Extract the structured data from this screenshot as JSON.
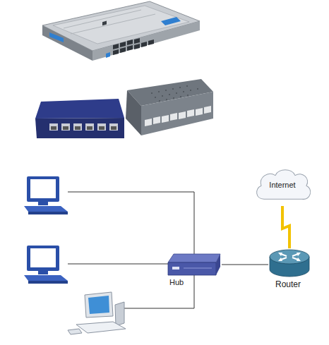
{
  "diagram": {
    "nodes": [
      {
        "text": [
          "Internet"
        ]
      },
      {
        "text": [
          "Hub"
        ]
      },
      {
        "text": [
          "Router"
        ]
      }
    ],
    "edges": [
      {
        "from": 1,
        "to": 2,
        "arrow": "none"
      },
      {
        "from": 0,
        "to": 2,
        "arrow": "none"
      }
    ]
  }
}
